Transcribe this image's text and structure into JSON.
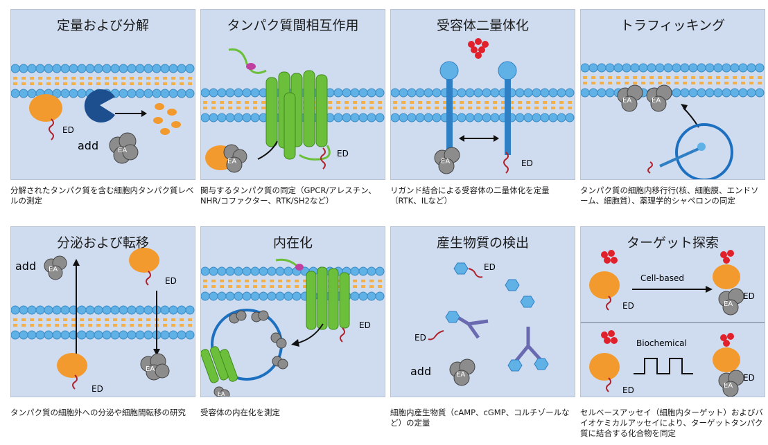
{
  "panels": [
    {
      "title": "定量および分解",
      "caption": "分解されたタンパク質を含む細胞内タンパク質レベルの測定",
      "labels": {
        "ed": "ED",
        "add": "add",
        "ea": "EA"
      }
    },
    {
      "title": "タンパク質間相互作用",
      "caption": "関与するタンパク質の同定（GPCR/アレスチン、NHR/コファクター、RTK/SH2など）",
      "labels": {
        "ed": "ED",
        "ea": "EA"
      }
    },
    {
      "title": "受容体二量体化",
      "caption": "リガンド結合による受容体の二量体化を定量（RTK、ILなど）",
      "labels": {
        "ed": "ED",
        "ea": "EA"
      }
    },
    {
      "title": "トラフィッキング",
      "caption": "タンパク質の細胞内移行行(核、細胞膜、エンドソーム、細胞質）、薬理学的シャペロンの同定",
      "labels": {
        "ea": "EA"
      }
    },
    {
      "title": "分泌および転移",
      "caption": "タンパク質の細胞外への分泌や細胞間転移の研究",
      "labels": {
        "ed": "ED",
        "add": "add",
        "ea": "EA"
      }
    },
    {
      "title": "内在化",
      "caption": "受容体の内在化を測定",
      "labels": {
        "ed": "ED",
        "ea": "EA"
      }
    },
    {
      "title": "産生物質の検出",
      "caption": "細胞内産生物質（cAMP、cGMP、コルチゾールなど）の定量",
      "labels": {
        "ed": "ED",
        "add": "add",
        "ea": "EA"
      }
    },
    {
      "title": "ターゲット探索",
      "caption": "セルベースアッセイ（細胞内ターゲット）およびバイオケミカルアッセイにより、ターゲットタンパク質に結合する化合物を同定",
      "labels": {
        "ed": "ED",
        "ea": "EA",
        "cell_based": "Cell-based",
        "biochemical": "Biochemical"
      }
    }
  ],
  "colors": {
    "panel_bg": "#cfdcef",
    "lipid_head": "#5fb1e6",
    "lipid_tail": "#f2b04a",
    "protein": "#f29a2e",
    "ea": "#8c8c8c",
    "receptor": "#2f7fc4",
    "helix": "#6cbf3a",
    "peptide": "#b0202a"
  }
}
